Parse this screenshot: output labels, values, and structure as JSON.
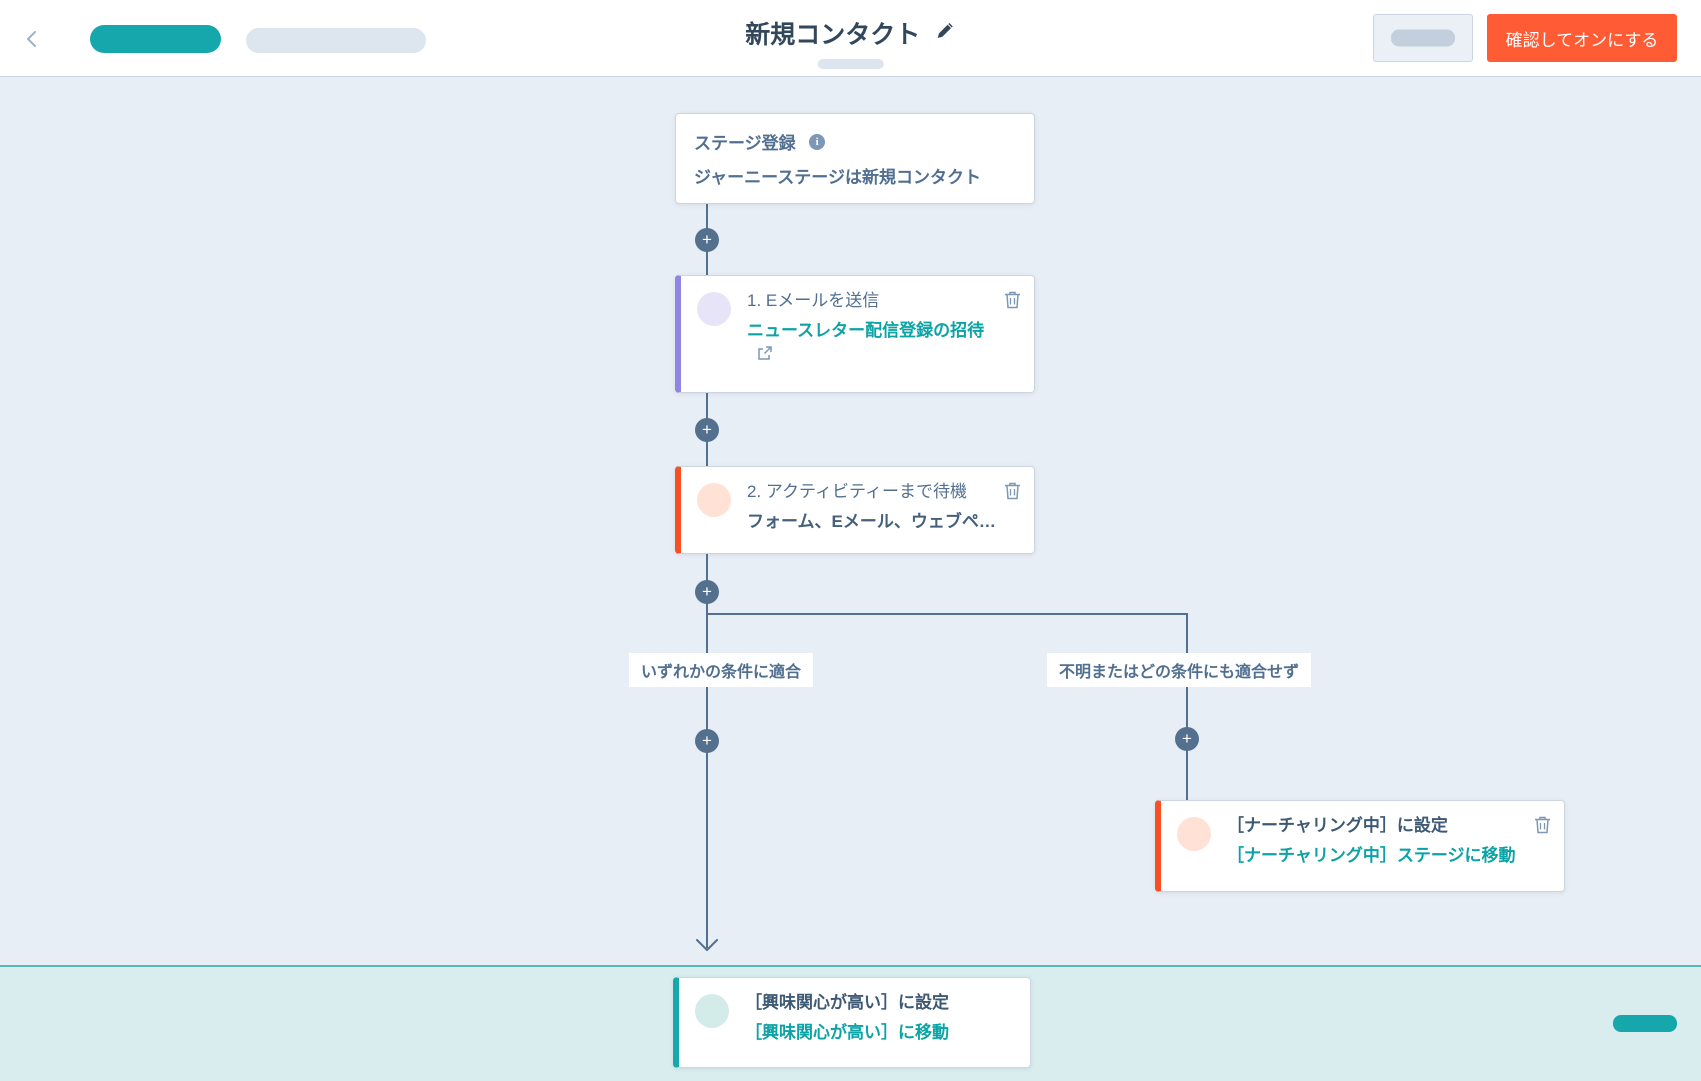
{
  "colors": {
    "primary_orange": "#ff5c35",
    "brand_teal": "#16a7ac",
    "link_teal": "#0ba3a5",
    "slate_text": "#516f90",
    "connector": "#54708f",
    "accent_purple": "#8f85e3",
    "accent_red": "#f94f23",
    "accent_goal_teal": "#18a7ad"
  },
  "header": {
    "title": "新規コンタクト",
    "confirm_button_label": "確認してオンにする"
  },
  "canvas": {
    "plus_label": "+",
    "enrollment_card": {
      "title": "ステージ登録",
      "info_icon_glyph": "i",
      "description": "ジャーニーステージは新規コンタクト"
    },
    "action_cards": [
      {
        "title": "1. Eメールを送信",
        "link": "ニュースレター配信登録の招待"
      },
      {
        "title": "2. アクティビティーまで待機",
        "detail": "フォーム、Eメール、ウェブペ…"
      }
    ],
    "branch_labels": {
      "match": "いずれかの条件に適合",
      "no_match": "不明またはどの条件にも適合せず"
    },
    "nurturing_card": {
      "title": "［ナーチャリング中］に設定",
      "link": "［ナーチャリング中］ステージに移動"
    },
    "goal_card": {
      "title": "［興味関心が高い］に設定",
      "link": "［興味関心が高い］に移動"
    }
  }
}
